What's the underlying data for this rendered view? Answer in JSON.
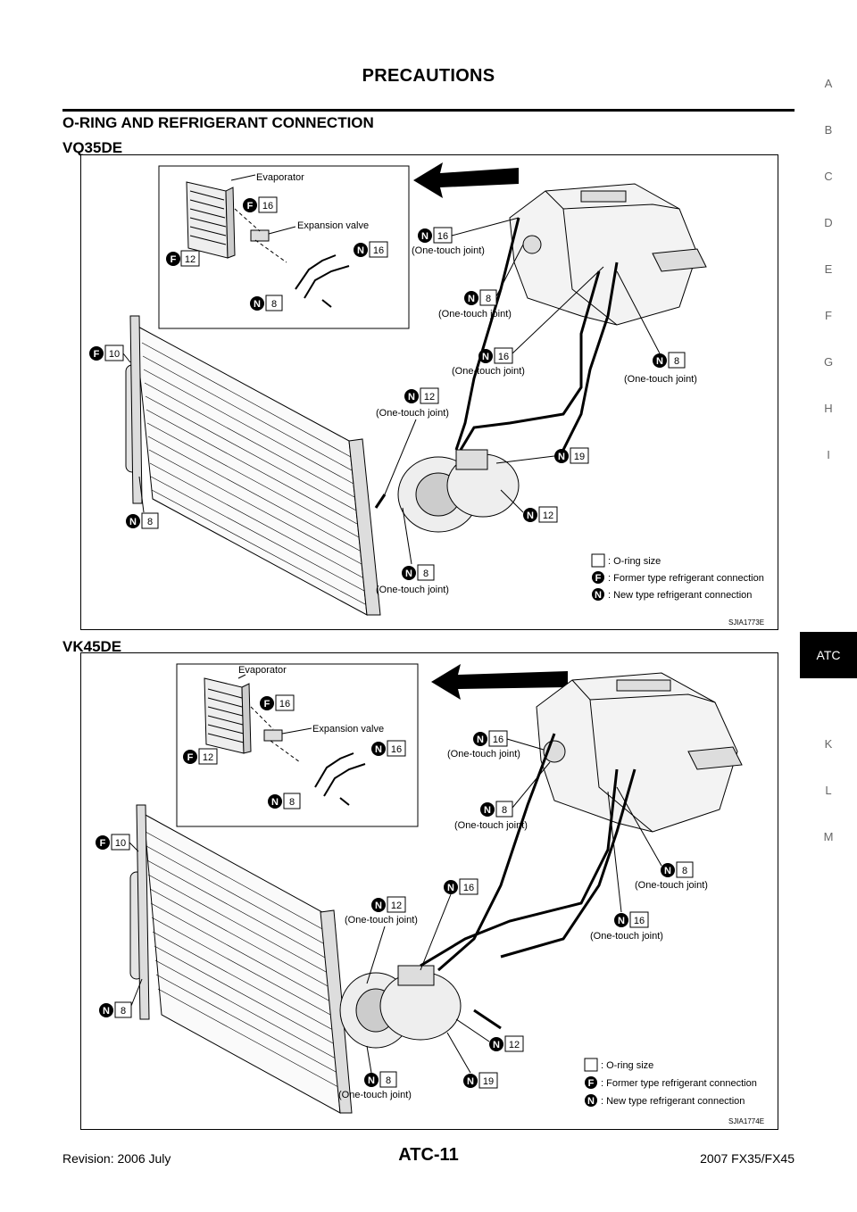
{
  "header": {
    "title": "PRECAUTIONS"
  },
  "section": {
    "title": "O-RING AND REFRIGERANT CONNECTION"
  },
  "figures": [
    {
      "subtitle": "VQ35DE",
      "code": "SJIA1773E",
      "inset": {
        "evaporator": "Evaporator",
        "expansion_valve": "Expansion valve"
      },
      "joint_text": "(One-touch joint)",
      "callouts": {
        "ins_f16": {
          "letter": "F",
          "size": "16"
        },
        "ins_f12": {
          "letter": "F",
          "size": "12"
        },
        "ins_n16": {
          "letter": "N",
          "size": "16"
        },
        "ins_n8": {
          "letter": "N",
          "size": "8"
        },
        "f10": {
          "letter": "F",
          "size": "10"
        },
        "n8_cond": {
          "letter": "N",
          "size": "8"
        },
        "n16_a": {
          "letter": "N",
          "size": "16"
        },
        "n8_a": {
          "letter": "N",
          "size": "8"
        },
        "n16_b": {
          "letter": "N",
          "size": "16"
        },
        "n8_r": {
          "letter": "N",
          "size": "8"
        },
        "n12_a": {
          "letter": "N",
          "size": "12"
        },
        "n19": {
          "letter": "N",
          "size": "19"
        },
        "n12_b": {
          "letter": "N",
          "size": "12"
        },
        "n8_bot": {
          "letter": "N",
          "size": "8"
        }
      }
    },
    {
      "subtitle": "VK45DE",
      "code": "SJIA1774E",
      "inset": {
        "evaporator": "Evaporator",
        "expansion_valve": "Expansion valve"
      },
      "joint_text": "(One-touch joint)",
      "callouts": {
        "ins_f16": {
          "letter": "F",
          "size": "16"
        },
        "ins_f12": {
          "letter": "F",
          "size": "12"
        },
        "ins_n16": {
          "letter": "N",
          "size": "16"
        },
        "ins_n8": {
          "letter": "N",
          "size": "8"
        },
        "f10": {
          "letter": "F",
          "size": "10"
        },
        "n8_cond": {
          "letter": "N",
          "size": "8"
        },
        "n16_a": {
          "letter": "N",
          "size": "16"
        },
        "n8_a": {
          "letter": "N",
          "size": "8"
        },
        "n8_r": {
          "letter": "N",
          "size": "8"
        },
        "n12_a": {
          "letter": "N",
          "size": "12"
        },
        "n16_c": {
          "letter": "N",
          "size": "16"
        },
        "n16_d": {
          "letter": "N",
          "size": "16"
        },
        "n12_b": {
          "letter": "N",
          "size": "12"
        },
        "n8_bot": {
          "letter": "N",
          "size": "8"
        },
        "n19": {
          "letter": "N",
          "size": "19"
        }
      }
    }
  ],
  "legend": {
    "oring": ": O-ring size",
    "former": ": Former type refrigerant connection",
    "new": ": New type refrigerant connection",
    "f_letter": "F",
    "n_letter": "N"
  },
  "side_index": [
    "A",
    "B",
    "C",
    "D",
    "E",
    "F",
    "G",
    "H",
    "I",
    "ATC",
    "K",
    "L",
    "M"
  ],
  "active_tab": "ATC",
  "footer": {
    "revision": "Revision: 2006 July",
    "page": "ATC-11",
    "model": "2007 FX35/FX45"
  }
}
